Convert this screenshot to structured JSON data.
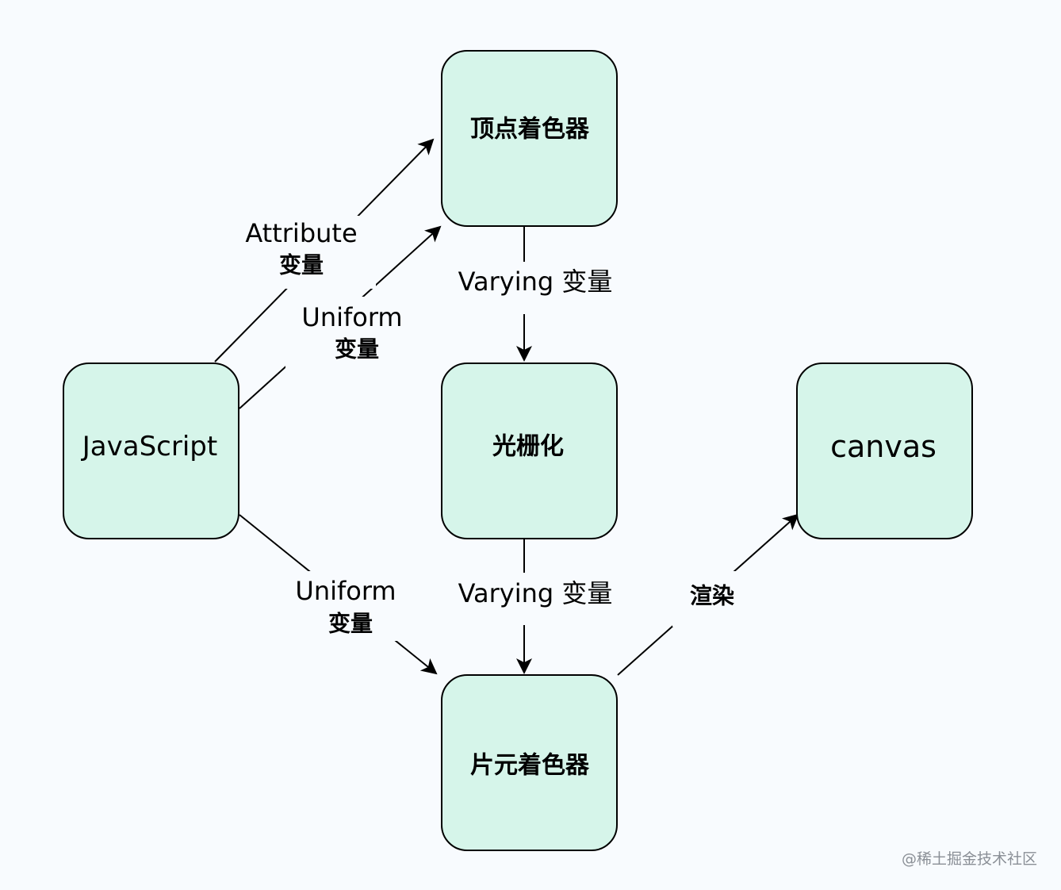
{
  "nodes": {
    "vertex_shader": "顶点着色器",
    "rasterization": "光栅化",
    "fragment_shader": "片元着色器",
    "javascript": "JavaScript",
    "canvas": "canvas"
  },
  "edge_labels": {
    "attribute": [
      "Attribute",
      "变量"
    ],
    "uniform_to_vertex": [
      "Uniform",
      "变量"
    ],
    "uniform_to_fragment": [
      "Uniform",
      "变量"
    ],
    "varying_1": "Varying 变量",
    "varying_2": "Varying 变量",
    "render": "渲染"
  },
  "watermark": "@稀土掘金技术社区",
  "colors": {
    "node_fill": "#d6f5ea",
    "stroke": "#000000",
    "background": "#f8fbfe"
  }
}
